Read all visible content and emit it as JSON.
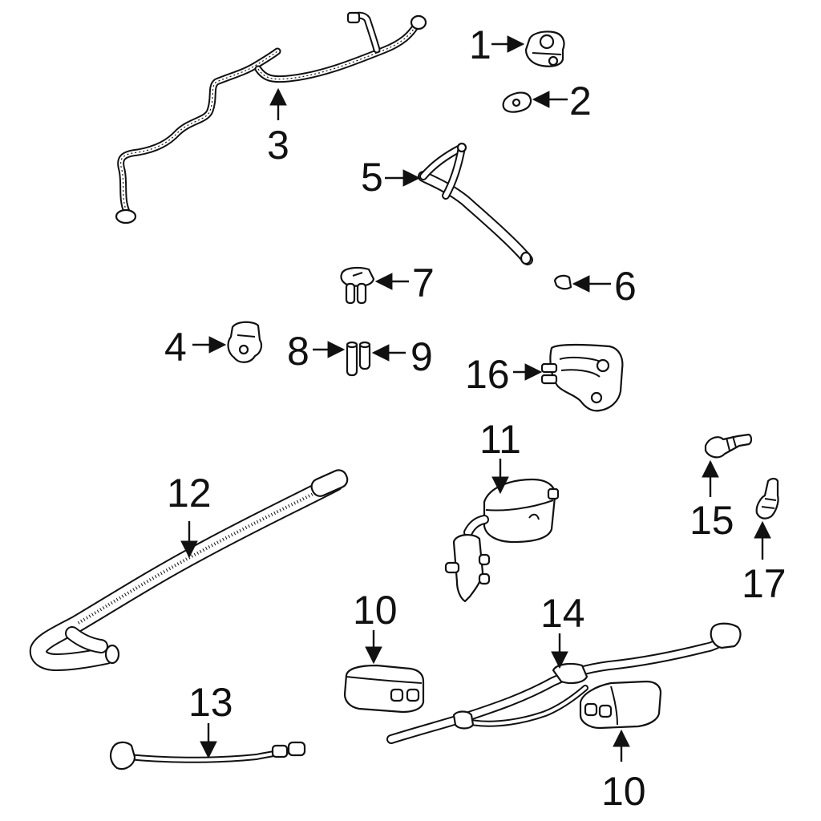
{
  "callouts": [
    {
      "key": "c1",
      "text": "1"
    },
    {
      "key": "c2",
      "text": "2"
    },
    {
      "key": "c3",
      "text": "3"
    },
    {
      "key": "c4",
      "text": "4"
    },
    {
      "key": "c5",
      "text": "5"
    },
    {
      "key": "c6",
      "text": "6"
    },
    {
      "key": "c7",
      "text": "7"
    },
    {
      "key": "c8",
      "text": "8"
    },
    {
      "key": "c9",
      "text": "9"
    },
    {
      "key": "c10a",
      "text": "10"
    },
    {
      "key": "c10b",
      "text": "10"
    },
    {
      "key": "c11",
      "text": "11"
    },
    {
      "key": "c12",
      "text": "12"
    },
    {
      "key": "c13",
      "text": "13"
    },
    {
      "key": "c14",
      "text": "14"
    },
    {
      "key": "c15",
      "text": "15"
    },
    {
      "key": "c16",
      "text": "16"
    },
    {
      "key": "c17",
      "text": "17"
    }
  ],
  "colors": {
    "ink": "#111111",
    "background": "#ffffff"
  }
}
